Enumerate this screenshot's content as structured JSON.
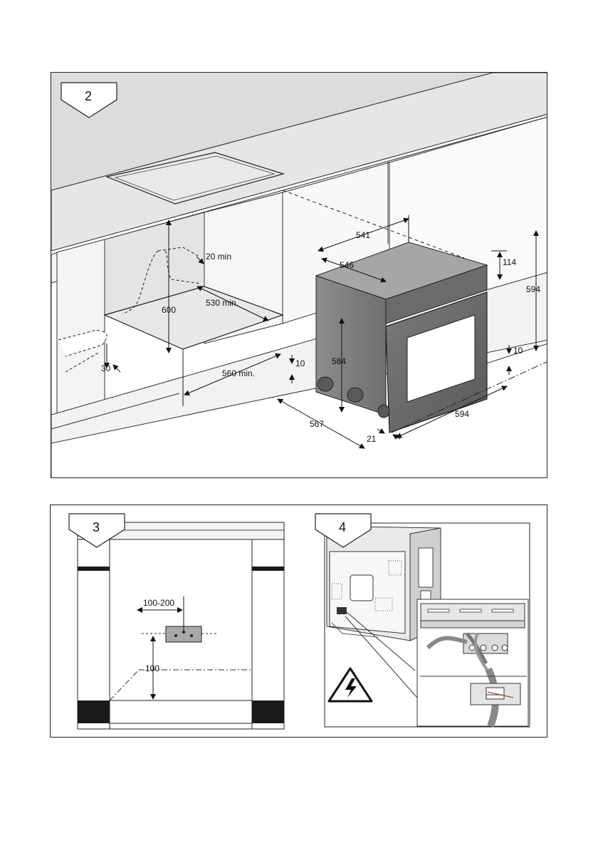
{
  "figure2": {
    "step": "2",
    "dims": {
      "d541": "541",
      "d546": "546",
      "d114": "114",
      "d594_right": "594",
      "d20": "20 min",
      "d600": "600",
      "d530": "530 min.",
      "d584": "584",
      "d10_left": "10",
      "d10_right": "10",
      "d30": "30",
      "d560": "560 min.",
      "d567": "567",
      "d21": "21",
      "d594_bottom": "594"
    }
  },
  "figure3": {
    "step": "3",
    "dims": {
      "d100_200": "100-200",
      "d100": "100"
    }
  },
  "figure4": {
    "step": "4",
    "warning_icon": "high-voltage-warning-icon"
  }
}
